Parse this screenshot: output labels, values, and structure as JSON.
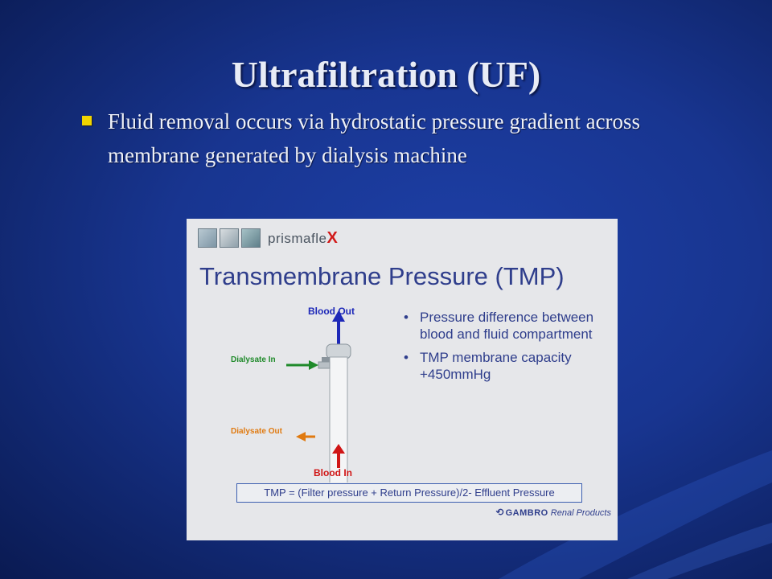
{
  "slide": {
    "title": "Ultrafiltration (UF)",
    "bullets": [
      "Fluid removal occurs via hydrostatic pressure gradient across membrane generated by dialysis machine"
    ]
  },
  "panel": {
    "brand_prefix": "prismafle",
    "brand_suffix": "X",
    "title": "Transmembrane Pressure (TMP)",
    "labels": {
      "blood_out": "Blood Out",
      "blood_in": "Blood In",
      "dialysate_in": "Dialysate In",
      "dialysate_out": "Dialysate Out"
    },
    "bullets": [
      "Pressure difference between blood and fluid compartment",
      "TMP membrane capacity +450mmHg"
    ],
    "formula": "TMP = (Filter pressure + Return Pressure)/2- Effluent Pressure",
    "footer_mark": "੭",
    "footer_company": "GAMBRO",
    "footer_suffix": "Renal Products"
  },
  "colors": {
    "accent": "#2f3e8c",
    "bullet": "#f0d400",
    "blood_out": "#1d28b8",
    "blood_in": "#d01616",
    "dialysate_in": "#1f8a2a",
    "dialysate_out": "#e07a10"
  }
}
